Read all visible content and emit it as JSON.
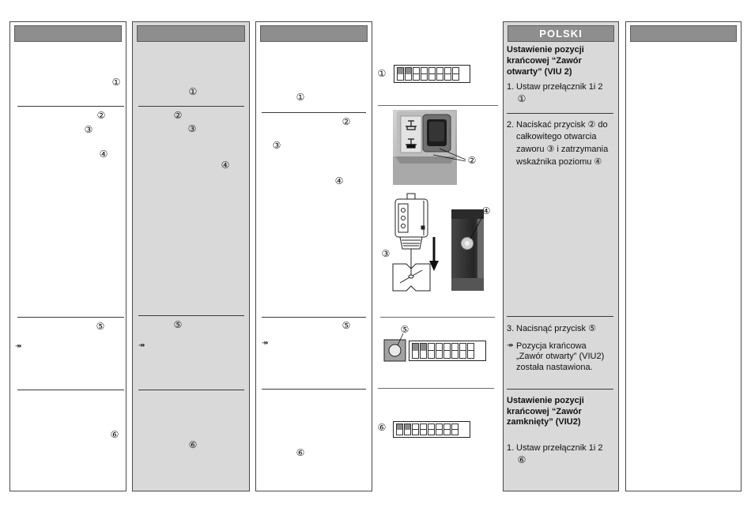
{
  "colors": {
    "panel_background": "#d9d9d9",
    "header_background": "#8e8e8e",
    "header_text": "#ffffff"
  },
  "col1": {
    "m1": "①",
    "m2": "②",
    "m3": "③",
    "m4": "④",
    "m5": "⑤",
    "arrow": "↠",
    "m6": "⑥"
  },
  "col2": {
    "m1": "①",
    "m2": "②",
    "m3": "③",
    "m4": "④",
    "m5": "⑤",
    "arrow": "↠",
    "m6": "⑥"
  },
  "col3": {
    "m1": "①",
    "m2": "②",
    "m3": "③",
    "m4": "④",
    "m5": "⑤",
    "arrow": "↠",
    "m6": "⑥"
  },
  "figures": {
    "m1": "①",
    "m2": "②",
    "m3": "③",
    "m4": "④",
    "m5": "⑤",
    "m6": "⑥",
    "switch_blocks": {
      "fig1": [
        1,
        1,
        0,
        0,
        0,
        0,
        0,
        0
      ],
      "fig5": [
        1,
        1,
        0,
        0,
        0,
        0,
        0,
        0
      ],
      "fig6": [
        1,
        1,
        0,
        0,
        0,
        0,
        0,
        0
      ]
    }
  },
  "polski": {
    "header": "POLSKI",
    "open": {
      "title": [
        "Ustawienie pozycji",
        "krańcowej “Zawór",
        "otwarty” (VIU 2)"
      ],
      "step1": {
        "num": "1.",
        "text": "Ustaw przełącznik 1i 2",
        "ref": "①"
      },
      "step2": {
        "num": "2.",
        "lines": [
          "Naciskać przycisk ② do",
          "całkowitego otwarcia",
          "zaworu ③ i zatrzymania",
          "wskaźnika poziomu ④"
        ]
      },
      "step3": {
        "num": "3.",
        "text": "Nacisnąć przycisk ⑤"
      },
      "result": {
        "arrow": "↠",
        "lines": [
          "Pozycja krańcowa",
          "„Zawór otwarty” (VIU2)",
          "została nastawiona."
        ]
      }
    },
    "closed": {
      "title": [
        "Ustawienie pozycji",
        "krańcowej “Zawór",
        "zamknięty” (VIU2)"
      ],
      "step1": {
        "num": "1.",
        "text": "Ustaw przełącznik 1i 2",
        "ref": "⑥"
      }
    }
  }
}
